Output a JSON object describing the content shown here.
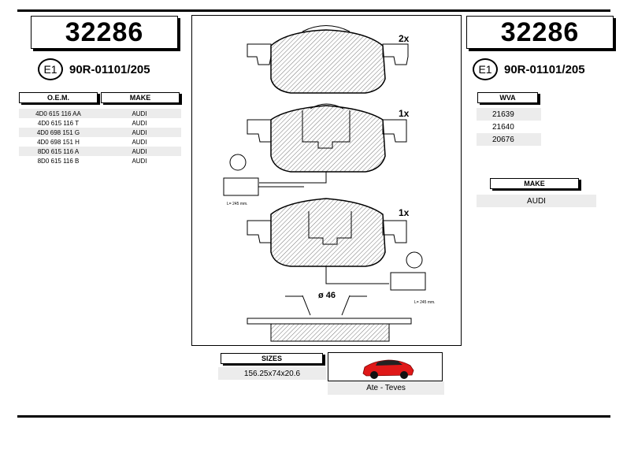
{
  "part_number_left": "32286",
  "part_number_right": "32286",
  "approval": {
    "circle_label": "E1",
    "code_left": "90R-01101/205",
    "code_right": "90R-01101/205"
  },
  "oem_table": {
    "headers": {
      "oem": "O.E.M.",
      "make": "MAKE"
    },
    "rows": [
      {
        "oem": "4D0 615 116 AA",
        "make": "AUDI"
      },
      {
        "oem": "4D0 615 116 T",
        "make": "AUDI"
      },
      {
        "oem": "4D0 698 151 G",
        "make": "AUDI"
      },
      {
        "oem": "4D0 698 151 H",
        "make": "AUDI"
      },
      {
        "oem": "8D0 615 116 A",
        "make": "AUDI"
      },
      {
        "oem": "8D0 615 116 B",
        "make": "AUDI"
      }
    ]
  },
  "wva": {
    "header": "WVA",
    "values": [
      "21639",
      "21640",
      "20676"
    ]
  },
  "make_box": {
    "header": "MAKE",
    "value": "AUDI"
  },
  "drawing": {
    "qty_top": "2x",
    "qty_mid": "1x",
    "qty_bottom": "1x",
    "sensor_length_1": "L= 245 mm.",
    "sensor_length_2": "L= 245 mm.",
    "diameter_label": "ø 46"
  },
  "sizes": {
    "header": "SIZES",
    "value": "156.25x74x20.6"
  },
  "brand": {
    "label": "Ate - Teves"
  },
  "colors": {
    "car": "#e01818",
    "row_shade": "#ececec"
  }
}
